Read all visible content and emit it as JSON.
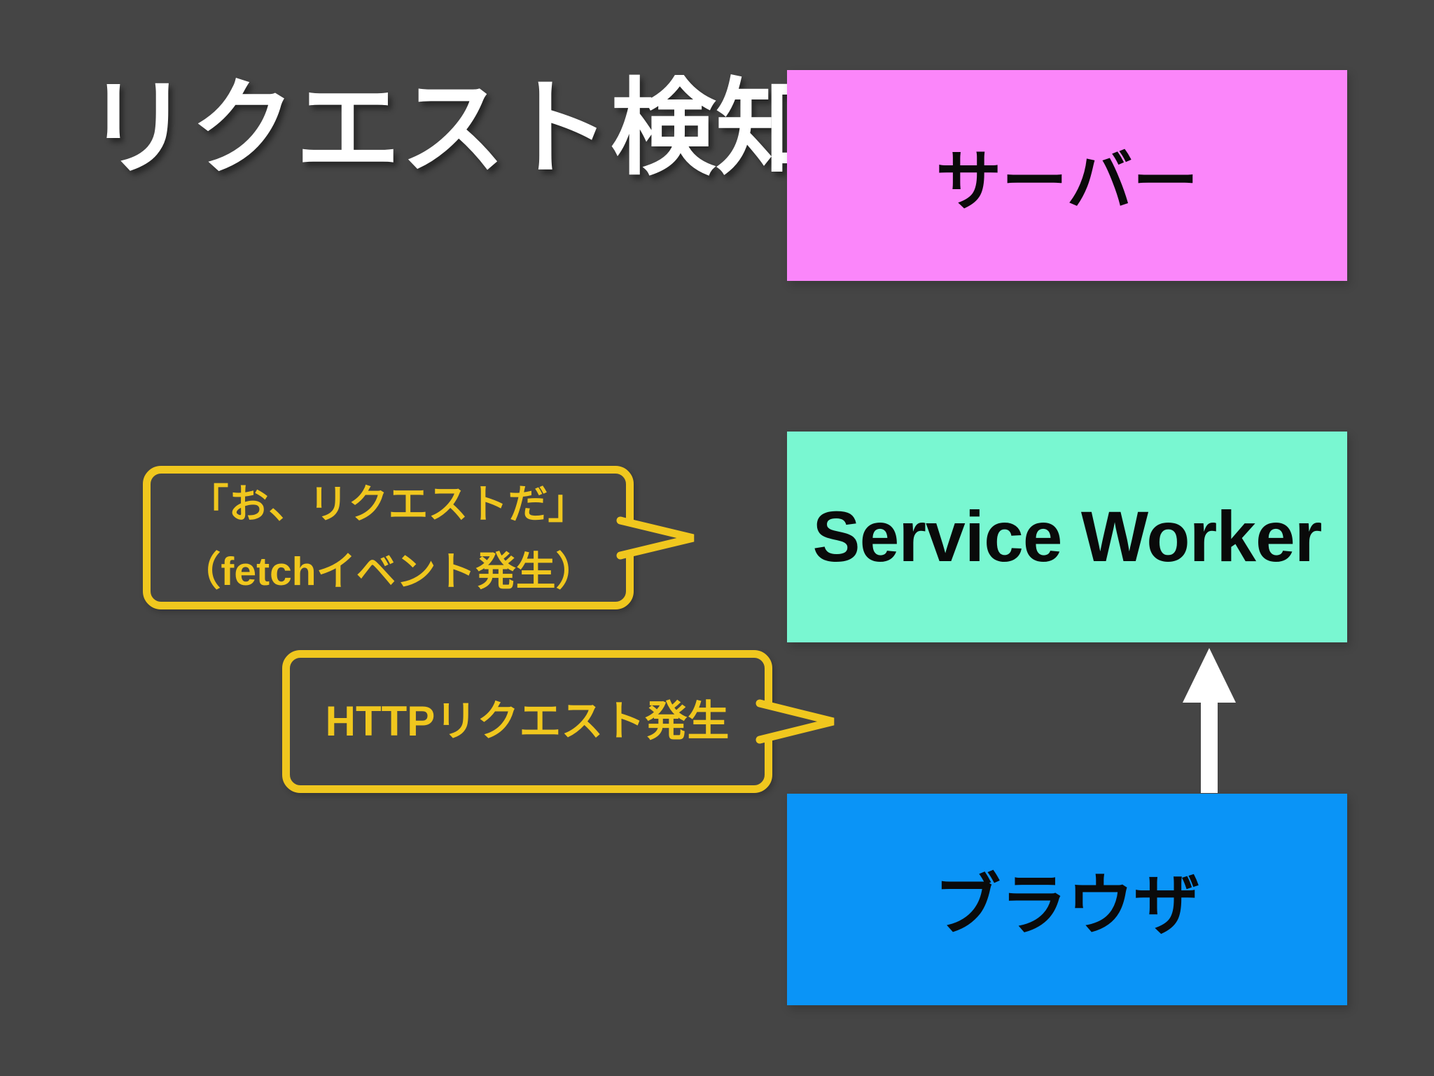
{
  "slide": {
    "title": "リクエスト検知"
  },
  "boxes": {
    "server": {
      "label": "サーバー",
      "color": "#fb86fa"
    },
    "service_worker": {
      "label": "Service Worker",
      "color": "#79f7d1"
    },
    "browser": {
      "label": "ブラウザ",
      "color": "#0a94f7"
    }
  },
  "bubbles": {
    "fetch_event": {
      "line1": "「お、リクエストだ」",
      "line2": "（fetchイベント発生）",
      "points_to": "Service Worker"
    },
    "http_request": {
      "line1": "HTTPリクエスト発生",
      "points_to": "Service Worker"
    }
  },
  "arrow": {
    "from": "ブラウザ",
    "to": "Service Worker",
    "color": "#ffffff"
  },
  "colors": {
    "background": "#454545",
    "accent_yellow": "#f0c71e",
    "box_text": "#0a0a0a",
    "title_text": "#ffffff"
  }
}
